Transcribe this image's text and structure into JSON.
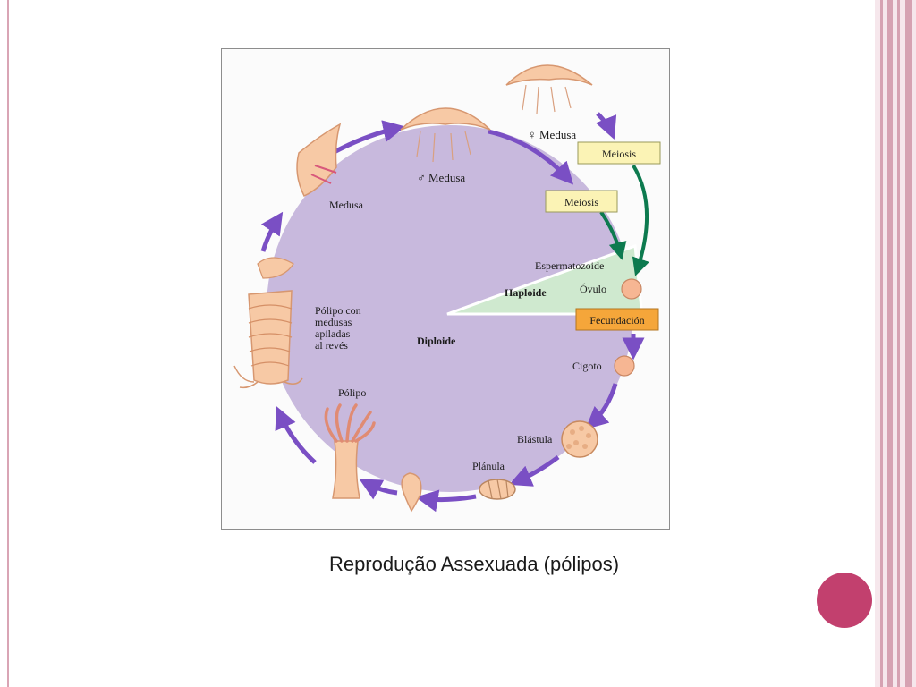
{
  "slide": {
    "caption": "Reprodução Assexuada (pólipos)",
    "accent_color": "#c2406e",
    "frame_color": "#d8a9b8"
  },
  "diagram": {
    "colors": {
      "diploid_fill": "#c8b9dd",
      "haploid_fill": "#cfe9cf",
      "arrow_purple": "#7a4fc4",
      "arrow_green": "#0d7a4f",
      "box_yellow": "#fbf3b5",
      "box_orange": "#f5a63a",
      "organism_fill": "#f7c9a5"
    },
    "labels": {
      "female_medusa": "♀ Medusa",
      "male_medusa": "♂ Medusa",
      "medusa": "Medusa",
      "meiosis_1": "Meiosis",
      "meiosis_2": "Meiosis",
      "spermatozoid": "Espermatozoide",
      "haploid": "Haploide",
      "ovule": "Óvulo",
      "fertilization": "Fecundación",
      "diploid": "Diploide",
      "zygote": "Cigoto",
      "blastula": "Blástula",
      "planula": "Plánula",
      "polyp": "Pólipo",
      "polyp_with_medusae": [
        "Pólipo con",
        "medusas",
        "apiladas",
        "al revés"
      ]
    }
  }
}
